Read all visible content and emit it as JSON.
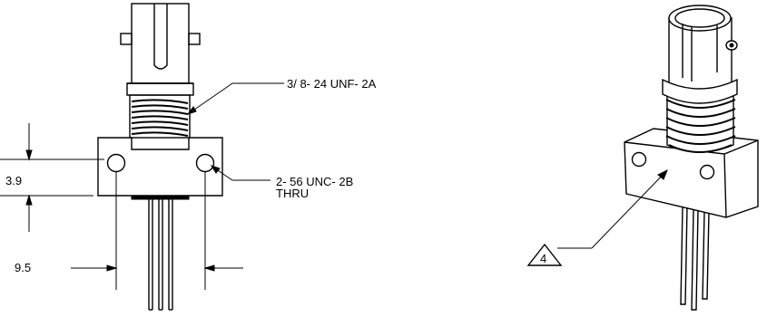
{
  "front_view": {
    "thread_callout": "3/ 8- 24  UNF- 2A",
    "hole_callout_line1": "2- 56  UNC- 2B",
    "hole_callout_line2": "THRU",
    "height_dimension": "3.9",
    "width_dimension": "9.5"
  },
  "iso_view": {
    "note_symbol": "4"
  }
}
